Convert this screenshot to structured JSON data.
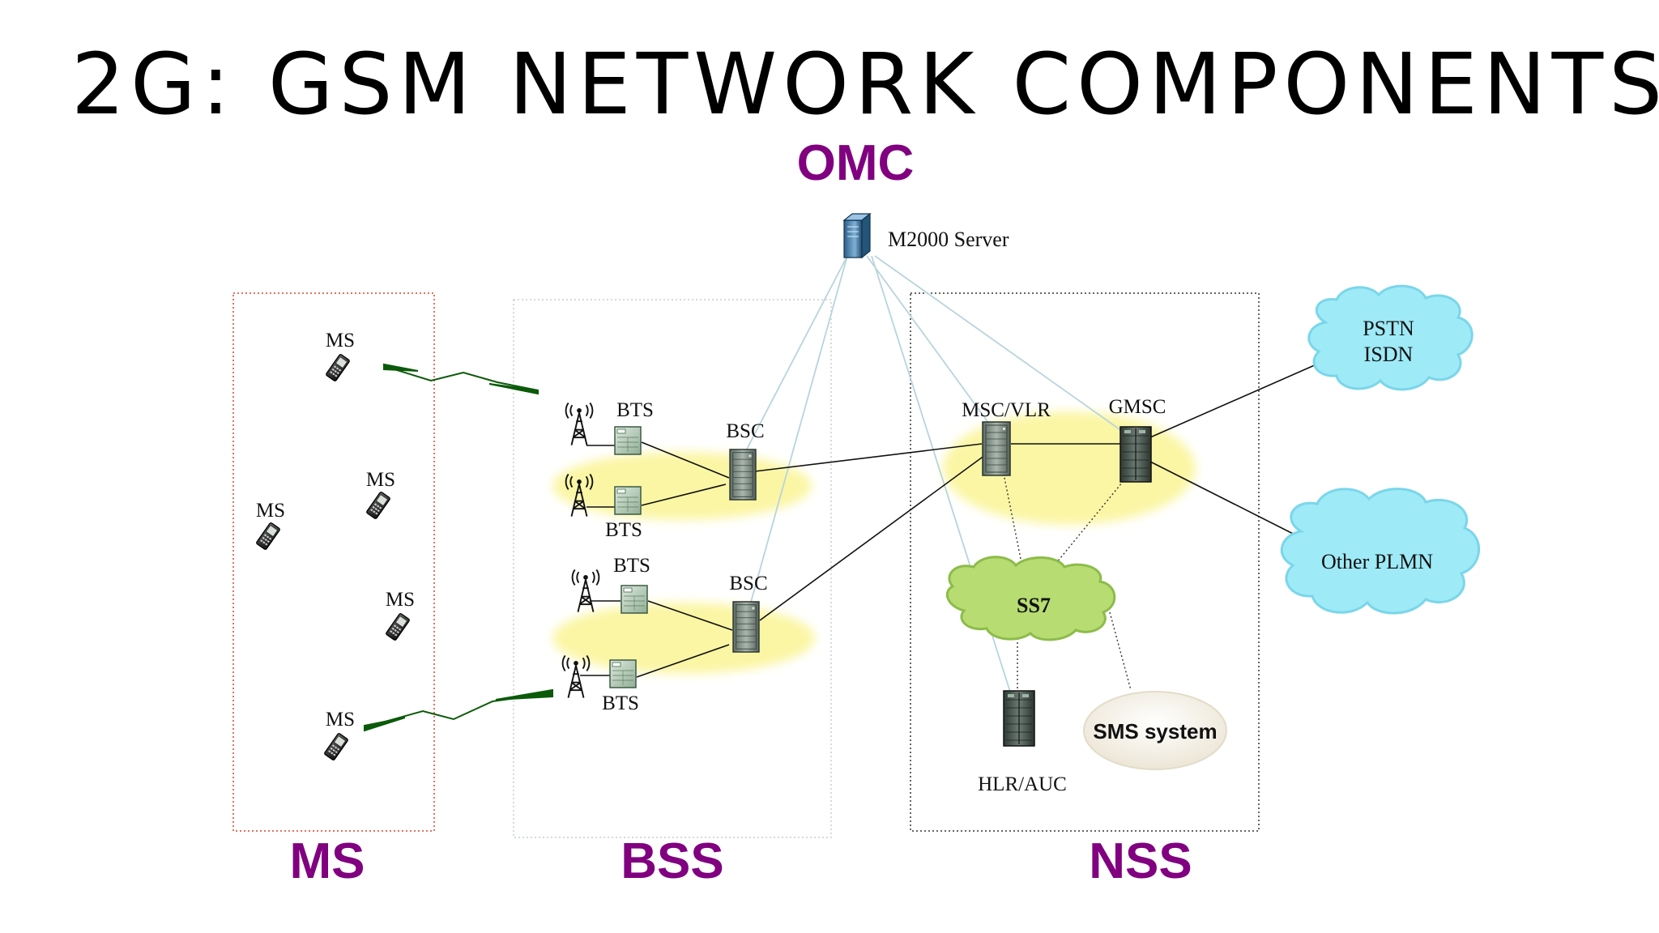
{
  "title": "2G: GSM NETWORK COMPONENTS",
  "colors": {
    "subsystem_label": "#800080",
    "link_wireless": "#0a5a0a",
    "omc_link": "#b8d4dc",
    "highlight": "#fbf6a4",
    "pstn_cloud": "#9eeaf7",
    "ss7_cloud": "#b6dc72"
  },
  "subsystems": {
    "omc": "OMC",
    "ms": "MS",
    "bss": "BSS",
    "nss": "NSS"
  },
  "nodes": {
    "m2000": "M2000 Server",
    "ms_1": "MS",
    "ms_2": "MS",
    "ms_3": "MS",
    "ms_4": "MS",
    "ms_5": "MS",
    "bts_1": "BTS",
    "bts_2": "BTS",
    "bts_3": "BTS",
    "bts_4": "BTS",
    "bsc_1": "BSC",
    "bsc_2": "BSC",
    "msc_vlr": "MSC/VLR",
    "gmsc": "GMSC",
    "hlr_auc": "HLR/AUC",
    "ss7": "SS7",
    "sms": "SMS system",
    "pstn_line1": "PSTN",
    "pstn_line2": "ISDN",
    "other_plmn": "Other PLMN"
  },
  "icons": {
    "server": "server-tower-icon",
    "phone": "mobile-phone-icon",
    "antenna": "antenna-tower-icon",
    "bts_unit": "bts-cabinet-icon",
    "rack": "equipment-rack-icon"
  }
}
